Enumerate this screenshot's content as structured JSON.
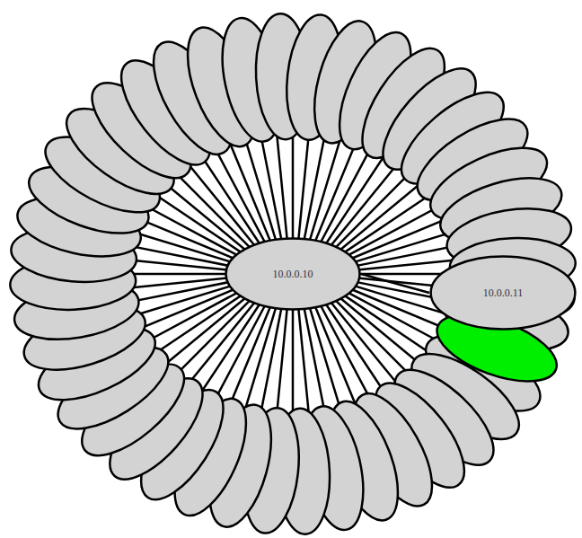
{
  "diagram": {
    "nodes": [
      {
        "text": [
          "10.0.0.10"
        ]
      },
      {
        "text": [
          "10.0.0.11"
        ]
      }
    ],
    "edges": [
      {
        "from": 0,
        "to": 1,
        "arrow": "none"
      }
    ]
  }
}
